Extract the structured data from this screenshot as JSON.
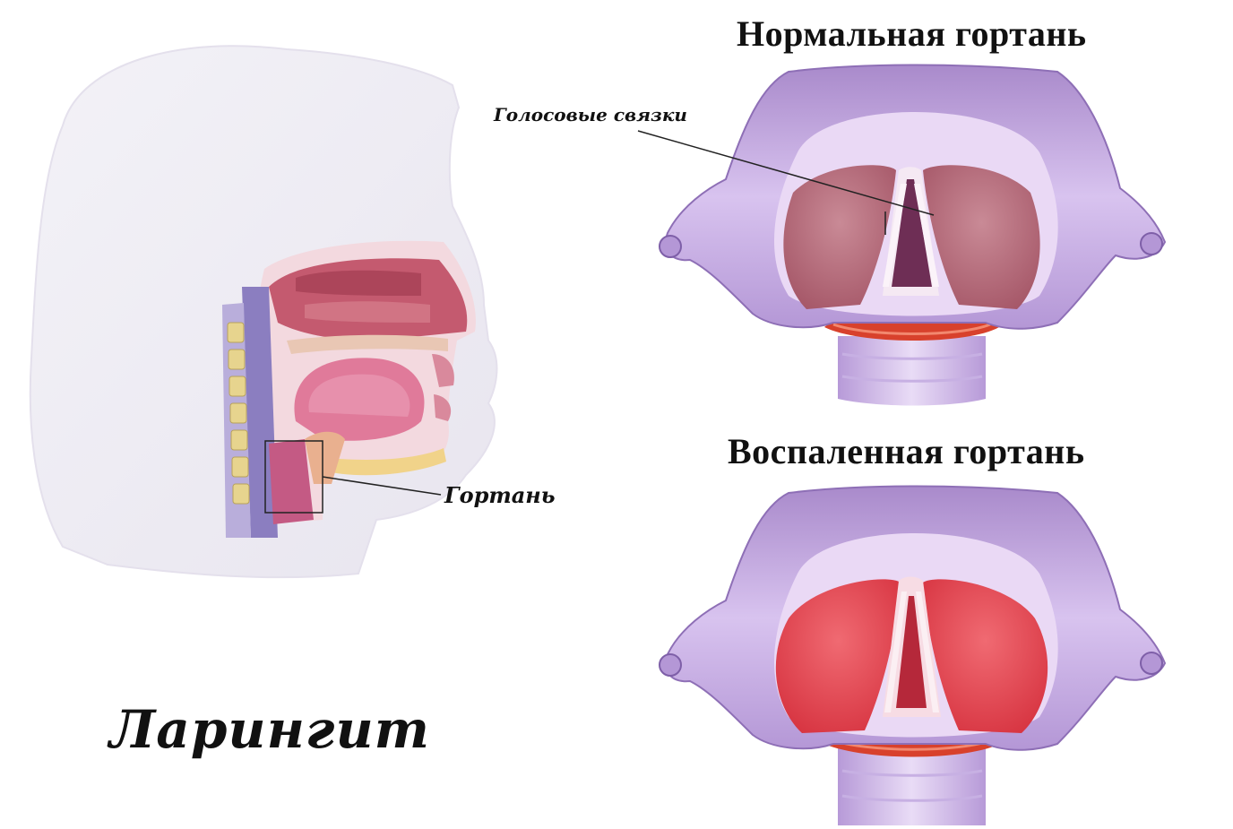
{
  "titles": {
    "normal": "Нормальная гортань",
    "inflamed": "Воспаленная гортань"
  },
  "labels": {
    "vocal_cords": "Голосовые связки",
    "larynx": "Гортань",
    "main": "Ларингит"
  },
  "colors": {
    "cartilage": "#c9a9e6",
    "normal_fold": "#b86a78",
    "inflamed_fold": "#e04a55",
    "cricoid_ring": "#d8412c",
    "tongue": "#e07a9a",
    "head_shadow": "#ece8f2"
  }
}
